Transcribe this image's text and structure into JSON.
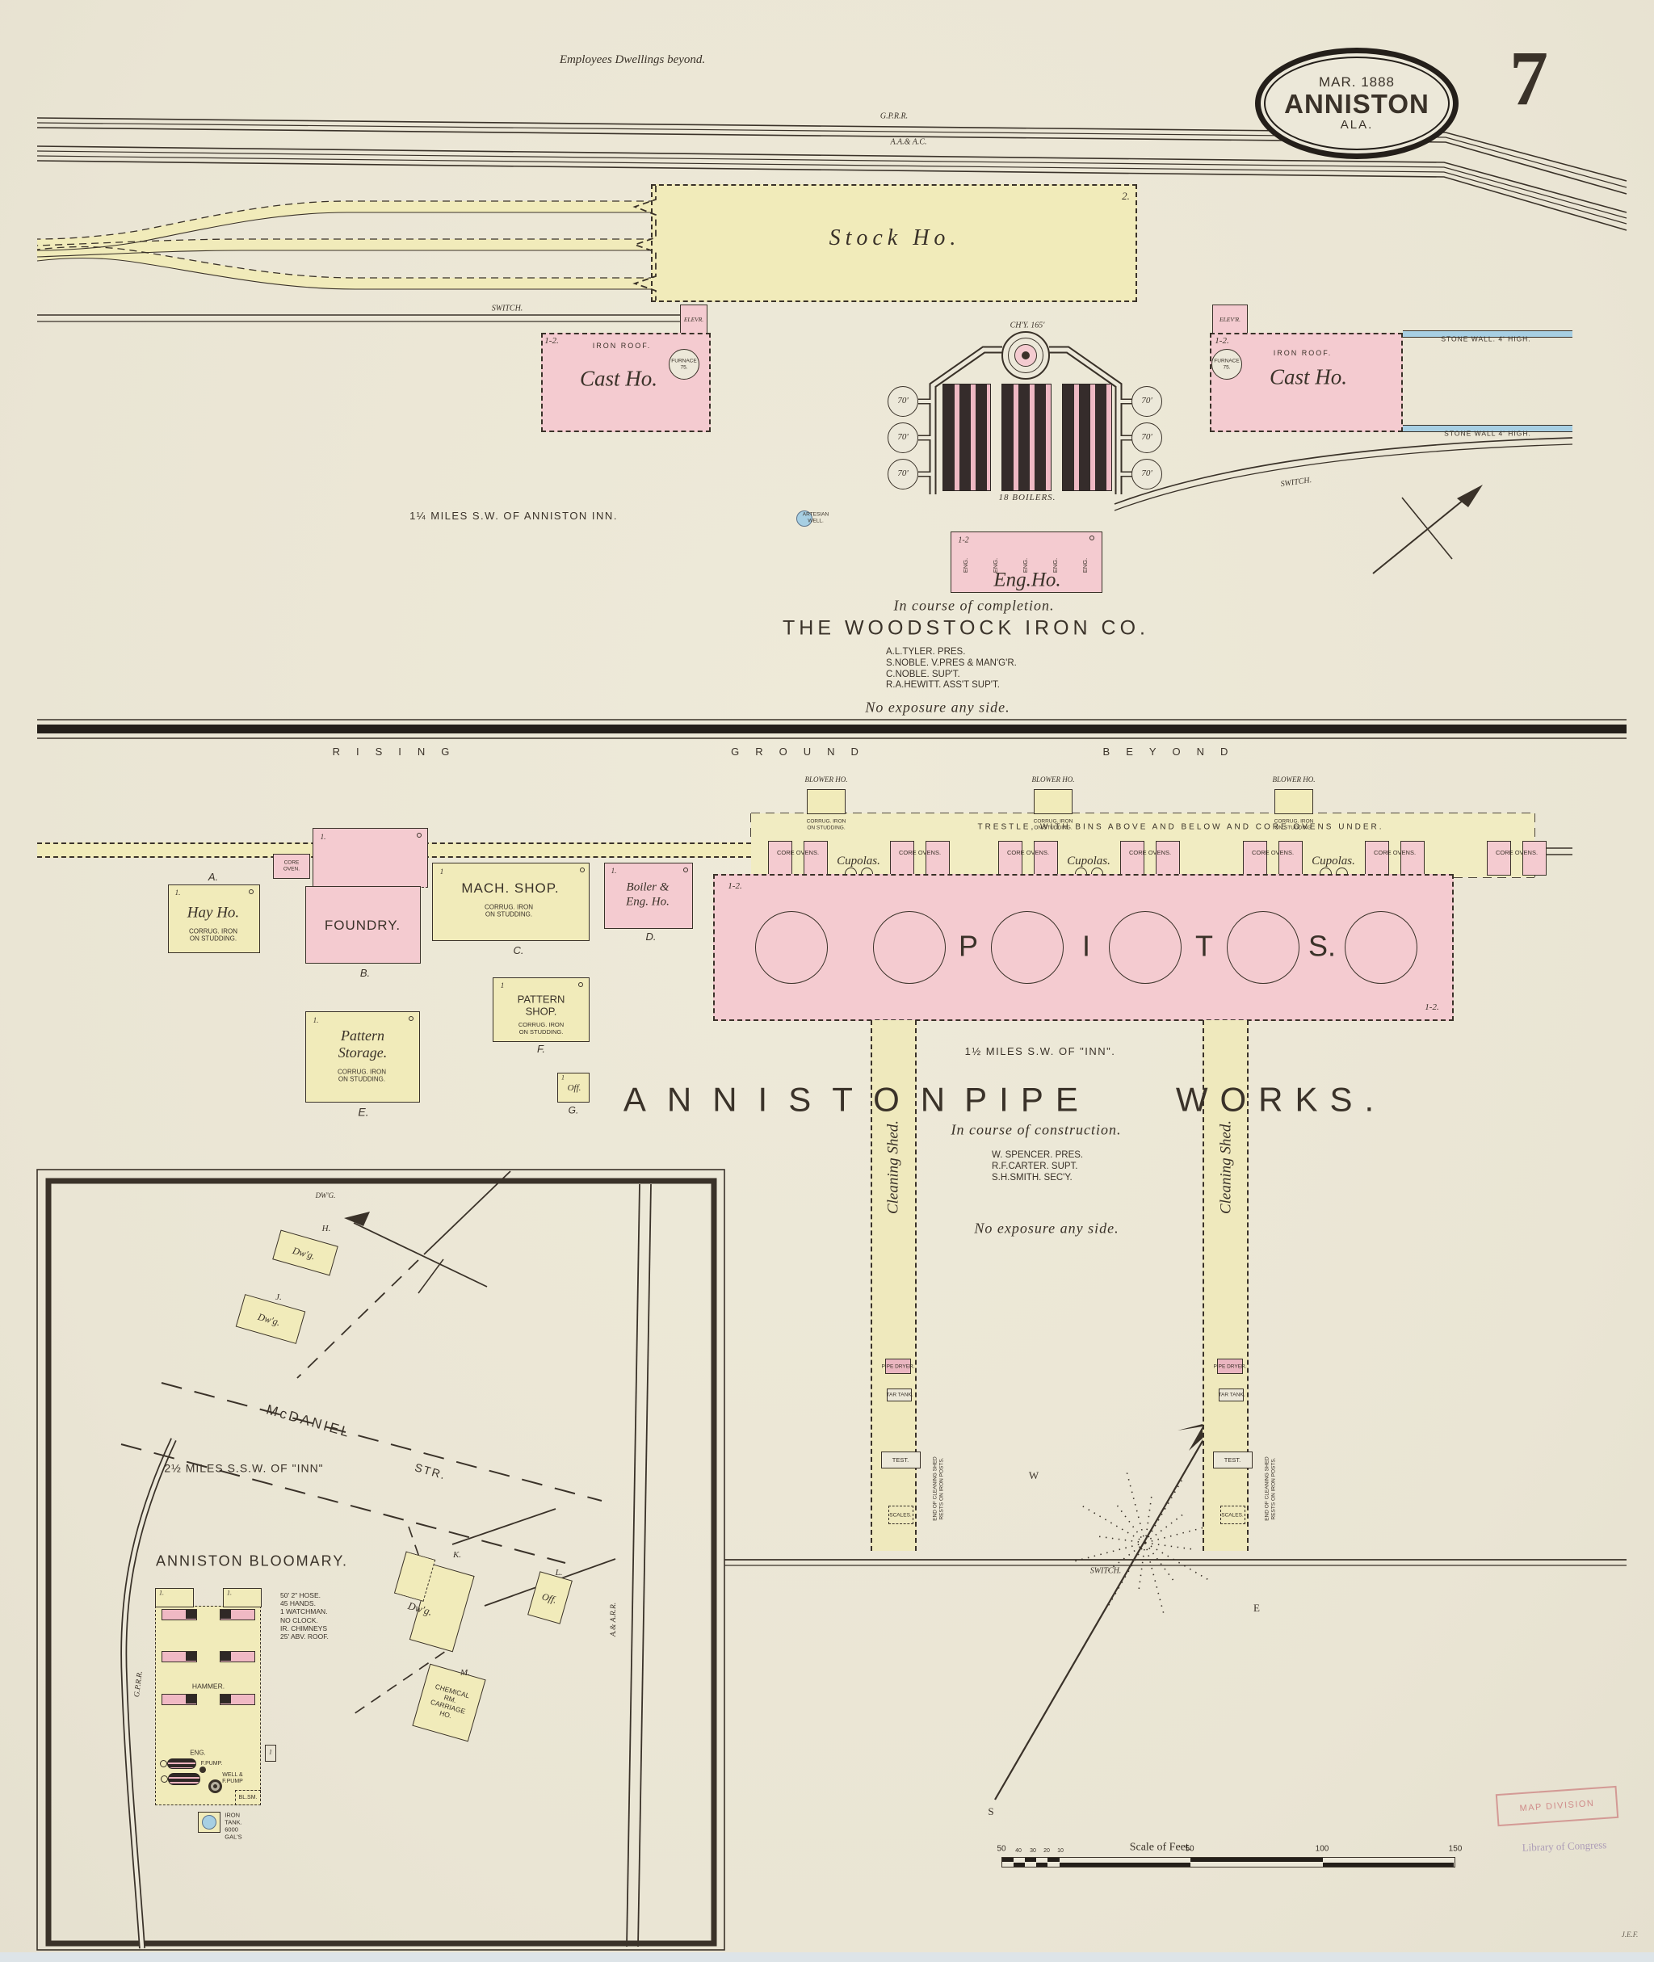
{
  "colors": {
    "paper": "#ece8d9",
    "yellow": "#f1ebba",
    "pink": "#f4cbd0",
    "blue": "#a7cfe3",
    "ink": "#3a3229"
  },
  "page": {
    "number": "7",
    "stamp_date": "MAR. 1888",
    "stamp_city": "ANNISTON",
    "stamp_state": "ALA."
  },
  "top_note": "Employees Dwellings beyond.",
  "rails": {
    "gprr": "G.P.R.R.",
    "aac": "A.A.& A.C.",
    "switch1": "SWITCH.",
    "switch2": "SWITCH.",
    "switch3": "SWITCH."
  },
  "woodstock": {
    "stock_ho": {
      "label": "Stock Ho.",
      "marker": "2."
    },
    "elevator_left": "ELEVR.",
    "elevator_right": "ELEV'R.",
    "cast_left": {
      "marker": "1-2.",
      "roof": "IRON ROOF.",
      "label": "Cast Ho."
    },
    "cast_right": {
      "marker": "1-2.",
      "roof": "IRON ROOF.",
      "label": "Cast Ho."
    },
    "furnace": "FURNACE\n75.",
    "stone_wall_top": "STONE WALL. 4' HIGH.",
    "stone_wall_bot": "STONE WALL 4' HIGH.",
    "chimney": "CH'Y. 165'",
    "stack": "70'",
    "boilers": "18 BOILERS.",
    "artesian": "ARTESIAN\nWELL.",
    "eng_ho": {
      "marker": "1-2",
      "eng": "ENG.",
      "label": "Eng.Ho."
    },
    "distance": "1¼ MILES S.W. OF ANNISTON INN.",
    "completion": "In course of completion.",
    "company": "THE WOODSTOCK IRON CO.",
    "officers": [
      "A.L.TYLER. PRES.",
      "S.NOBLE. V.PRES & MAN'G'R.",
      "C.NOBLE. SUP'T.",
      "R.A.HEWITT. ASS'T SUP'T."
    ],
    "exposure": "No exposure any side."
  },
  "rising": [
    "RISING",
    "GROUND",
    "BEYOND"
  ],
  "pipeworks": {
    "blower": {
      "label": "BLOWER HO.",
      "material": "CORRUG. IRON\nON STUDDING."
    },
    "trestle": "TRESTLE, WITH BINS ABOVE AND BELOW AND CORE OVENS UNDER.",
    "core_ovens": "CORE OVENS.",
    "cupolas": "Cupolas.",
    "pits": {
      "marker_tl": "1-2.",
      "marker_br": "1-2.",
      "p": "P",
      "i": "I",
      "t": "T",
      "s": "S."
    },
    "hay": {
      "key": "A.",
      "marker": "1.",
      "label": "Hay Ho.",
      "material": "CORRUG. IRON\nON STUDDING."
    },
    "foundry": {
      "key": "B.",
      "marker": "1.",
      "label": "FOUNDRY.",
      "core_oven": "CORE\nOVEN."
    },
    "mach": {
      "key": "C.",
      "marker": "1",
      "label": "MACH. SHOP.",
      "material": "CORRUG. IRON\nON STUDDING."
    },
    "boiler_eng": {
      "key": "D.",
      "marker": "1.",
      "label": "Boiler &\nEng. Ho."
    },
    "pattern_storage": {
      "key": "E.",
      "marker": "1.",
      "label": "Pattern\nStorage.",
      "material": "CORRUG. IRON\nON STUDDING."
    },
    "pattern_shop": {
      "key": "F.",
      "marker": "1",
      "label": "PATTERN\nSHOP.",
      "material": "CORRUG. IRON\nON STUDDING."
    },
    "office": {
      "key": "G.",
      "marker": "1",
      "label": "Off."
    },
    "shed": {
      "label": "Cleaning Shed.",
      "pipe_dryer": "PIPE DRYER.",
      "tar_tank": "TAR TANK.",
      "test": "TEST.",
      "scales": "SCALES.",
      "end_note": "END OF CLEANING SHED\nRESTS ON IRON POSTS."
    },
    "distance": "1½ MILES S.W. OF \"INN\".",
    "title": [
      "ANNISTON",
      "PIPE",
      "WORKS."
    ],
    "construction": "In course of construction.",
    "officers": [
      "W. SPENCER. PRES.",
      "R.F.CARTER. SUPT.",
      "S.H.SMITH. SEC'Y."
    ],
    "exposure": "No exposure any side."
  },
  "inset": {
    "dwg_note": "DW'G.",
    "h": {
      "key": "H.",
      "label": "Dw'g."
    },
    "j": {
      "key": "J.",
      "label": "Dw'g."
    },
    "k": {
      "key": "K.",
      "label": "Dw'g."
    },
    "l": {
      "key": "L.",
      "label": "Off."
    },
    "m": {
      "key": "M.",
      "label": "CHEMICAL\nRM.\nCARRIAGE\nHO."
    },
    "street": "McDANIEL",
    "street_suffix": "STR.",
    "distance": "2½ MILES S.S.W. OF \"INN\"",
    "bloomary": {
      "title": "ANNISTON BLOOMARY.",
      "notes": [
        "50' 2\" HOSE.",
        "45 HANDS.",
        "1 WATCHMAN.",
        "NO CLOCK.",
        "IR. CHIMNEYS",
        "25' ABV. ROOF."
      ],
      "hammer": "HAMMER.",
      "eng": "ENG.",
      "f_pump": "F.PUMP.",
      "well": "WELL &\nF.PUMP",
      "bl_sm": "BL.SM.",
      "tank": "IRON\nTANK.\n6000\nGAL'S",
      "marker": "1."
    },
    "gprr": "G.P.R.R.",
    "aarr": "A.& A.R.R."
  },
  "compass": {
    "w": "W",
    "e": "E",
    "s": "S"
  },
  "scale": {
    "title": "Scale of Feet.",
    "sub": [
      "50",
      "40",
      "30",
      "20",
      "10"
    ],
    "major": [
      "50",
      "100",
      "150"
    ]
  },
  "stamps": {
    "division": "MAP DIVISION",
    "loc": "Library of Congress",
    "mark": "J.E.F."
  }
}
